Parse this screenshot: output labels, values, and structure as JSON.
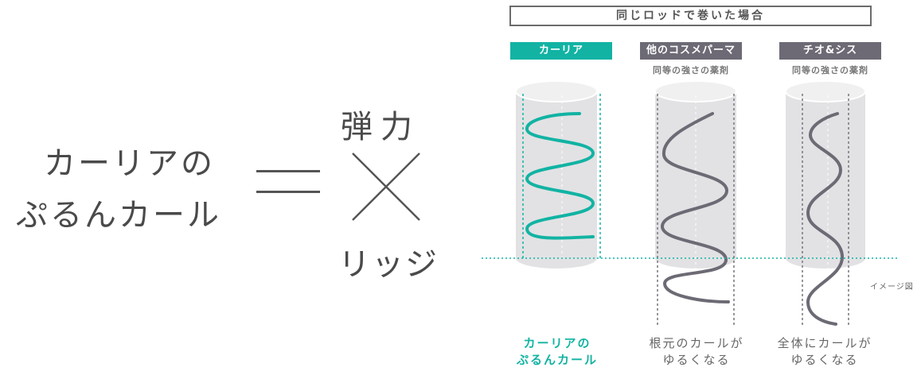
{
  "colors": {
    "accent": "#12b3a3",
    "dark_label": "#6d6a75",
    "curl_gray": "#6d6a75",
    "cylinder": "#e2e2e4"
  },
  "equation": {
    "left_line1": "カーリアの",
    "left_line2": "ぷるんカール",
    "operator_equals": "=",
    "top_term": "弾力",
    "operator_times": "×",
    "bottom_term": "リッジ"
  },
  "header": {
    "title": "同じロッドで巻いた場合"
  },
  "columns": [
    {
      "label": "カーリア",
      "sub": "",
      "caption": "カーリアの\nぷるんカール"
    },
    {
      "label": "他のコスメパーマ",
      "sub": "同等の強さの薬剤",
      "caption": "根元のカールが\nゆるくなる"
    },
    {
      "label": "チオ&シス",
      "sub": "同等の強さの薬剤",
      "caption": "全体にカールが\nゆるくなる"
    }
  ],
  "note": "イメージ図"
}
